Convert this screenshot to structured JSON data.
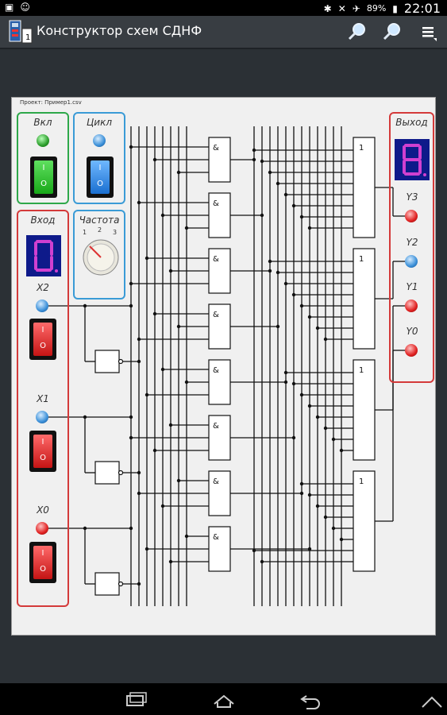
{
  "status_bar": {
    "time": "22:01",
    "battery": "89%"
  },
  "app_bar": {
    "title": "Конструктор схем СДНФ",
    "actions": [
      "zoom-in-icon",
      "zoom-out-icon",
      "menu-icon"
    ]
  },
  "canvas": {
    "project_label": "Проект: Пример1.csv",
    "power_panel": {
      "label": "Вкл",
      "led_color": "#2ca02c",
      "switch_on": "I",
      "switch_off": "O"
    },
    "cycle_panel": {
      "label": "Цикл",
      "led_color": "#3a8fd8",
      "switch_on": "I",
      "switch_off": "O"
    },
    "input_panel": {
      "label": "Вход",
      "display_digit": "0",
      "inputs": [
        {
          "name": "X2",
          "led": "blue"
        },
        {
          "name": "X1",
          "led": "blue"
        },
        {
          "name": "X0",
          "led": "red"
        }
      ]
    },
    "frequency_panel": {
      "label": "Частота",
      "ticks": [
        "1",
        "2",
        "3"
      ],
      "value": 1
    },
    "output_panel": {
      "label": "Выход",
      "display_digit": "8",
      "outputs": [
        {
          "name": "Y3",
          "led": "red"
        },
        {
          "name": "Y2",
          "led": "blue"
        },
        {
          "name": "Y1",
          "led": "red"
        },
        {
          "name": "Y0",
          "led": "red"
        }
      ]
    },
    "and_gate_symbol": "&",
    "or_gate_symbol": "1",
    "and_gate_count": 8,
    "or_gate_count": 4,
    "not_gate_count": 3
  }
}
